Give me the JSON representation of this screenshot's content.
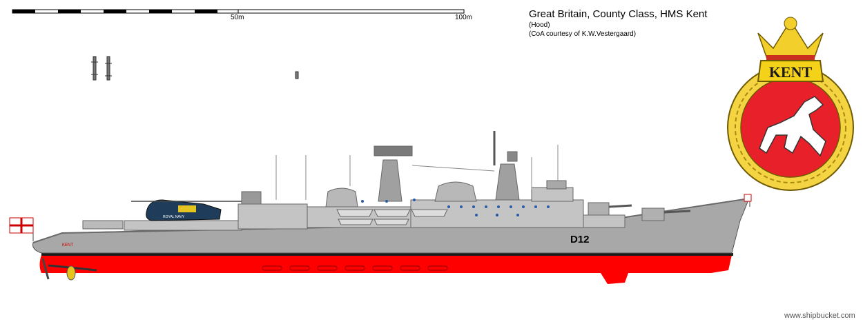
{
  "header": {
    "title": "Great Britain, County Class, HMS Kent",
    "subtitle_1": "(Hood)",
    "subtitle_2": "(CoA courtesy of  K.W.Vestergaard)"
  },
  "scale_bar": {
    "label_mid": "50m",
    "label_end": "100m"
  },
  "ship": {
    "pennant_number": "D12",
    "stern_name": "KENT",
    "helicopter_marking": "ROYAL NAVY",
    "colors": {
      "hull": "#a8a8a8",
      "antifouling": "#ff0000",
      "superstructure": "#c4c4c4",
      "deck": "#8c8c8c"
    }
  },
  "crest": {
    "name": "KENT",
    "colors": {
      "field": "#e8202a",
      "rope": "#e6c420",
      "scroll": "#f5d21a",
      "horse": "#ffffff"
    }
  },
  "footer": {
    "credit": "www.shipbucket.com"
  }
}
